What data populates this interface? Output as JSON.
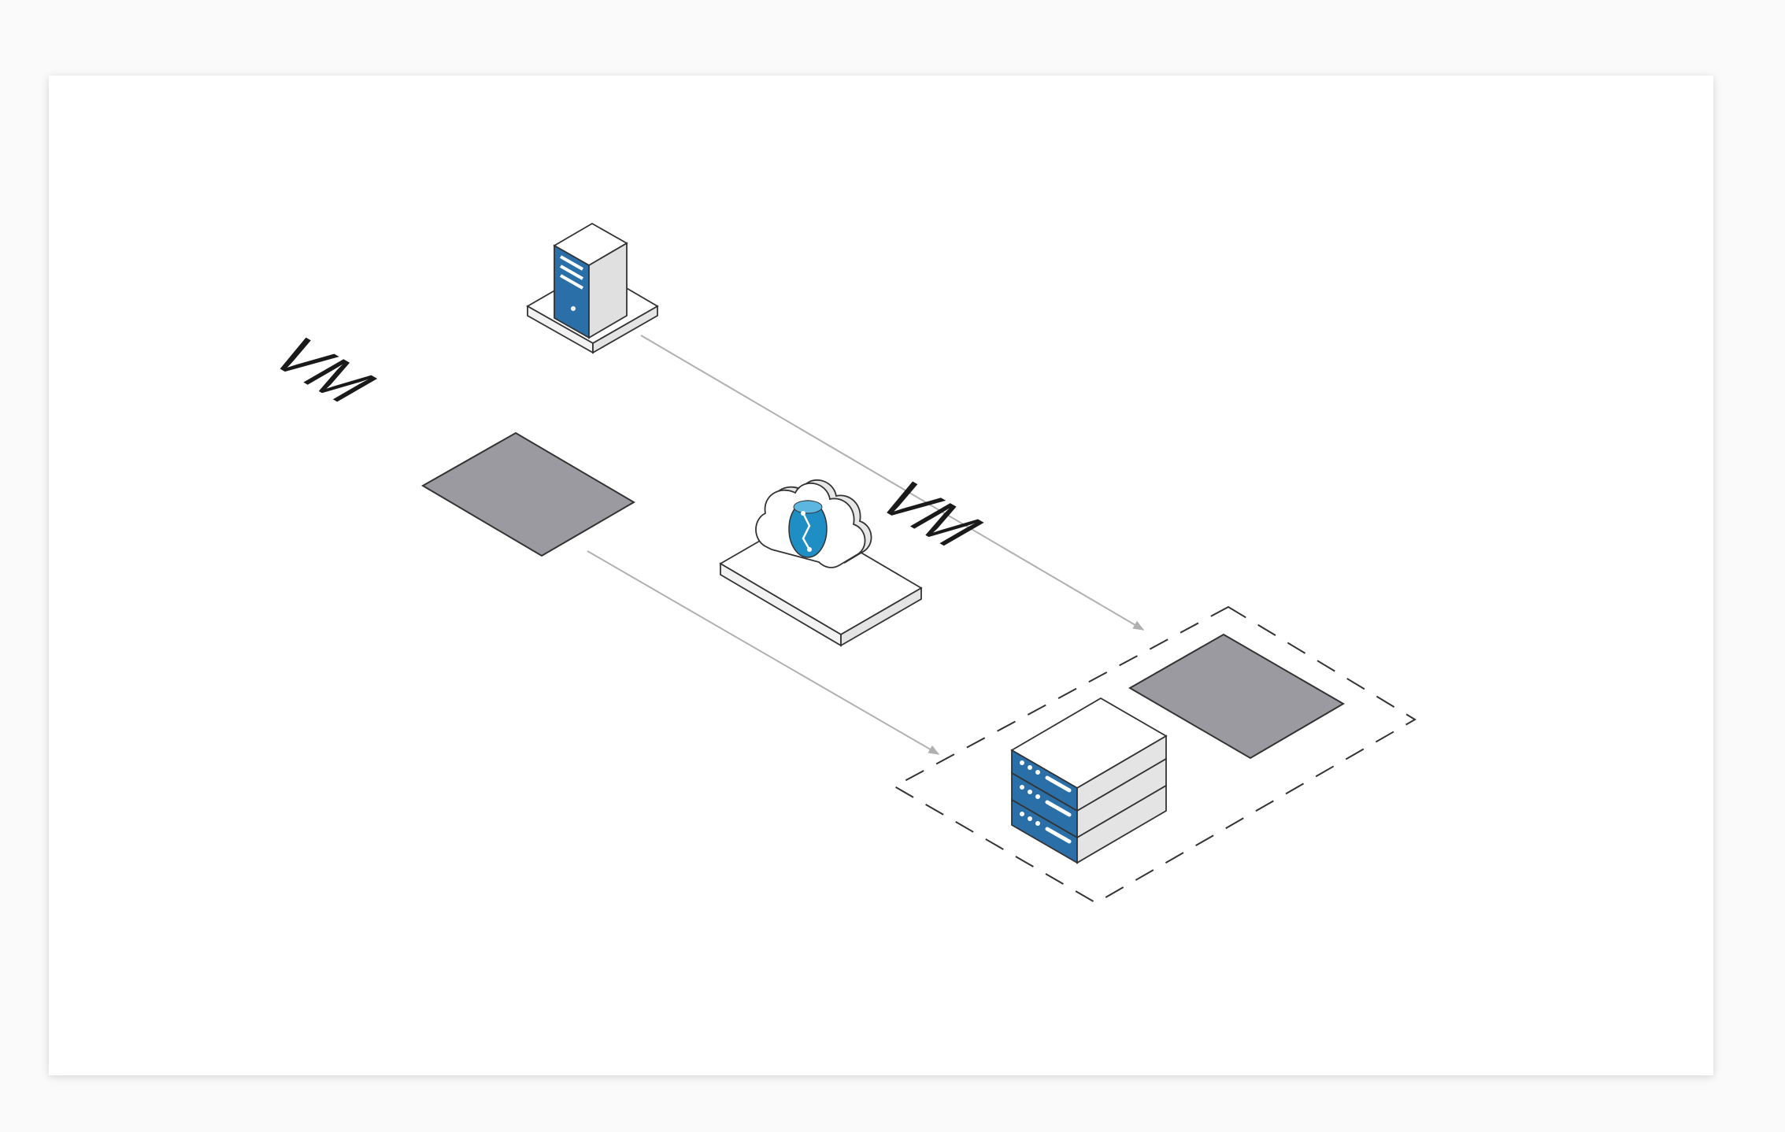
{
  "diagram": {
    "nodes": [
      {
        "id": "tower-server",
        "kind": "server-tower",
        "icon": "server-tower-icon"
      },
      {
        "id": "vm-source",
        "kind": "virtual-machine",
        "label": "VM"
      },
      {
        "id": "cloud-storage",
        "kind": "cloud-database",
        "icon": "cloud-database-icon"
      },
      {
        "id": "rack-servers",
        "kind": "server-rack",
        "icon": "server-rack-icon"
      },
      {
        "id": "vm-target",
        "kind": "virtual-machine",
        "label": "VM"
      }
    ],
    "edges": [
      {
        "from": "tower-server",
        "to": "target-zone",
        "style": "solid-arrow"
      },
      {
        "from": "vm-source",
        "to": "target-zone",
        "style": "solid-arrow"
      }
    ],
    "groups": [
      {
        "id": "target-zone",
        "style": "dashed",
        "members": [
          "rack-servers",
          "vm-target"
        ]
      }
    ]
  },
  "colors": {
    "accent_blue": "#2a6fa8",
    "vm_fill": "#9a9aa0",
    "outline": "#333333",
    "arrow": "#b0b0b0"
  }
}
